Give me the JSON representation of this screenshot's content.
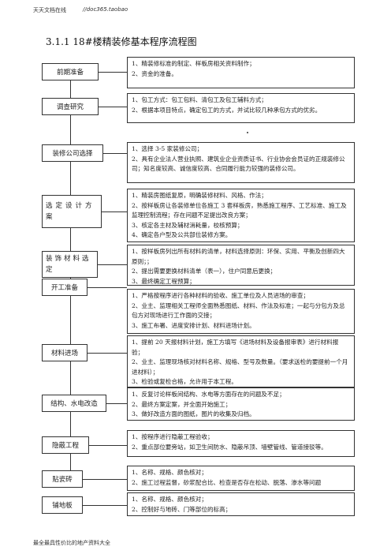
{
  "header": {
    "site": "天天文档在线",
    "url": "//doc365.taobao"
  },
  "title": "3.1.1   18#楼精装修基本程序流程图",
  "stages": [
    {
      "label": "前期准备",
      "items": [
        "1、精装修标准的制定、样板房相关资料制作；",
        "2、资金的准备。"
      ]
    },
    {
      "label": "调查研究",
      "items": [
        "1、包工方式：包工包料、清包工及包工辅料方式；",
        "2、根据本项目特点，确定包工的方式，并试比较几种承包方式的优劣。"
      ]
    },
    {
      "label": "装修公司选择",
      "items": [
        "1、选择 3-5 家装修公司；",
        "2、具有企业法人营业执照、建筑业企业资质证书、行业协会会员证的正规装修公司；知名度较高、诚信度较高、合同履行能力较强的装修公司。"
      ]
    },
    {
      "label": "选定设计方案",
      "items": [
        "1、精装房图纸复原，明确装修材料、风格、作法；",
        "2、按样板房让各装修单位各施工 3 套样板房，熟悉施工程序、工艺标准、施工及监理控制流程；存在问题不足提出改良方案；",
        "3、核定各主材及辅材消耗量，校核预算；",
        "4、确定各户型及公共部位装修方案。"
      ]
    },
    {
      "label": "装饰材料选定",
      "items": [
        "1、按样板房列出所有材料的清单，材料选择原则：环保、实用、平衡及创新四大原则；；",
        "2、提出需要更换材料清单（表一），住户同意后更换；",
        "3、最终确定工程预算；"
      ]
    },
    {
      "label": "开工准备",
      "items": [
        "1、严格按程序进行各种材料的验收、施工单位及人员进场的审查；",
        "2、业主、监理相关工程师全面熟悉图纸、材料、作法及标准；一起与分包方及总包方对现场进行工作面的交接；",
        "3、施工布署、进度安排计划、材料进场计划。"
      ]
    },
    {
      "label": "材料进场",
      "items": [
        "1、提前 20 天报材料计划，施工方填写《进场材料及设备报审表》进行材料报验；",
        "2、业主、监理现场核对材料名称、规格、型号及数量。（要求送检的要提前一个月进材料）；",
        "3、检验或复检合格，允许用于本工程。"
      ]
    },
    {
      "label": "结构、水电改造",
      "items": [
        "1、反复讨论样板间结构、水电等方面存在的问题及不足；",
        "2、最终方案定案，并全面开始施工；",
        "3、做好改造方面的图纸，图片的收集及归档。"
      ]
    },
    {
      "label": "隐蔽工程",
      "items": [
        "1、按程序进行隐蔽工程验收；",
        "2、重点部位要旁站，如卫生间防水、隐蔽吊顶、墙壁管线、管道接驳等。"
      ]
    },
    {
      "label": "贴瓷砖",
      "items": [
        "1、名称、规格、颜色核对；",
        "2、施工过程监督，砂浆配合比、检查是否存在松动、脱落、渗水等问题"
      ]
    },
    {
      "label": "铺地板",
      "items": [
        "1、名称、规格、颜色核对；",
        "2、控制好与地砖、门等部位的标高；"
      ]
    }
  ],
  "footer": "最全最具性价比的地产资料大全"
}
